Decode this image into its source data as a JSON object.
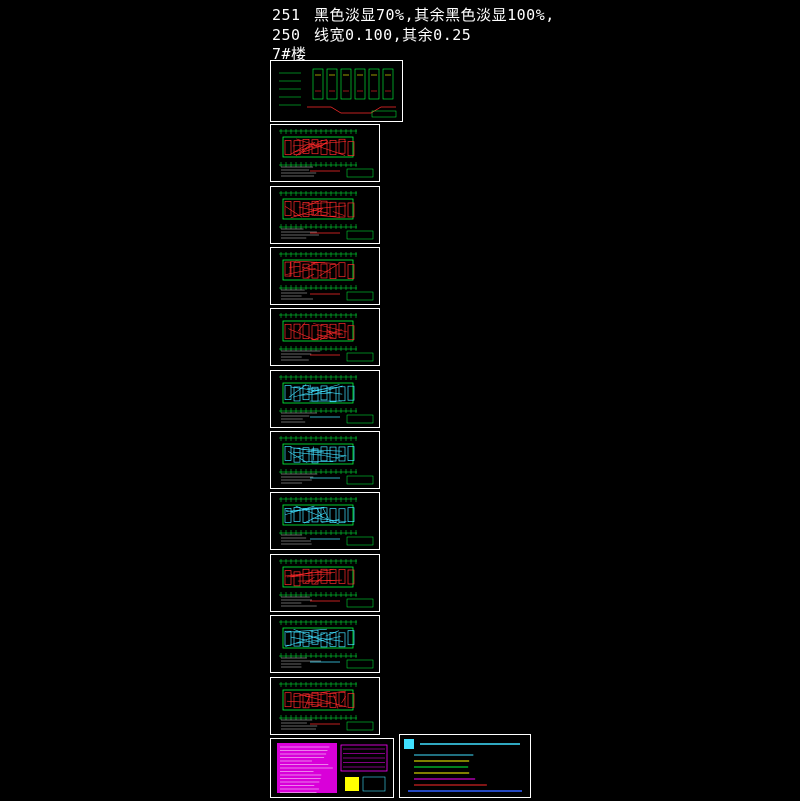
{
  "header": {
    "line1": {
      "code": "251",
      "text": "黑色淡显70%,其余黑色淡显100%,"
    },
    "line2": {
      "code": "250",
      "text": "线宽0.100,其余0.25"
    },
    "line3": "7#楼"
  },
  "sheets": [
    {
      "kind": "general"
    },
    {
      "kind": "plan-red"
    },
    {
      "kind": "plan-red"
    },
    {
      "kind": "plan-red"
    },
    {
      "kind": "plan-red"
    },
    {
      "kind": "plan-cyan"
    },
    {
      "kind": "plan-cyan"
    },
    {
      "kind": "plan-cyan"
    },
    {
      "kind": "plan-red"
    },
    {
      "kind": "plan-cyan"
    },
    {
      "kind": "plan-red"
    },
    {
      "kind": "notes-magenta"
    }
  ],
  "colors": {
    "frame": "#ffffff",
    "green": "#00ff3c",
    "red": "#ff2a2a",
    "cyan": "#40e0ff",
    "magenta": "#ff00ff",
    "yellow": "#ffff00",
    "blue": "#3060ff"
  }
}
